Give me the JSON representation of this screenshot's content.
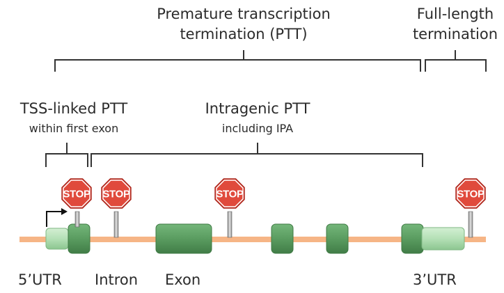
{
  "headers": {
    "ptt_line1": "Premature transcription",
    "ptt_line2": "termination (PTT)",
    "full_line1": "Full-length",
    "full_line2": "termination"
  },
  "sublabels": {
    "tss_title": "TSS-linked PTT",
    "tss_sub": "within first exon",
    "intra_title": "Intragenic PTT",
    "intra_sub": "including IPA"
  },
  "stop_sign_text": "STOP",
  "regions": {
    "utr5": "5’UTR",
    "intron": "Intron",
    "exon": "Exon",
    "utr3": "3’UTR"
  },
  "colors": {
    "backbone": "#f6b586",
    "exon": "#5fa165",
    "utr": "#b6e2b8",
    "stop": "#e04a3c",
    "bracket": "#333333"
  }
}
